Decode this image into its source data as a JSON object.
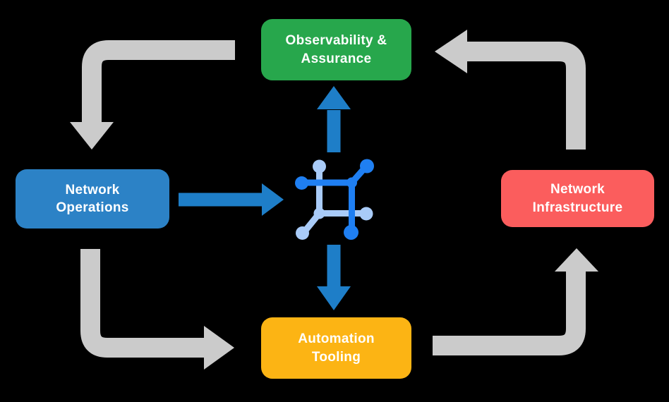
{
  "diagram": {
    "title": "Network automation lifecycle diagram",
    "nodes": {
      "observability": {
        "label": "Observability &\nAssurance"
      },
      "operations": {
        "label": "Network\nOperations"
      },
      "infrastructure": {
        "label": "Network\nInfrastructure"
      },
      "automation": {
        "label": "Automation\nTooling"
      }
    },
    "center_icon": "network-mesh-icon",
    "flows": [
      {
        "from": "Observability & Assurance",
        "to": "Network Operations",
        "style": "gray-cycle-arrow"
      },
      {
        "from": "Network Infrastructure",
        "to": "Observability & Assurance",
        "style": "gray-cycle-arrow"
      },
      {
        "from": "Network Operations",
        "to": "Automation Tooling",
        "style": "gray-cycle-arrow"
      },
      {
        "from": "Automation Tooling",
        "to": "Network Infrastructure",
        "style": "gray-cycle-arrow"
      },
      {
        "from": "Network Operations",
        "to": "center icon",
        "style": "blue-arrow"
      },
      {
        "from": "center icon",
        "to": "Observability & Assurance",
        "style": "blue-arrow"
      },
      {
        "from": "center icon",
        "to": "Automation Tooling",
        "style": "blue-arrow"
      }
    ]
  },
  "colors": {
    "background": "#000000",
    "green_box": "#27A74C",
    "blue_box": "#2C82C6",
    "red_box": "#FB5D5D",
    "yellow_box": "#FCB414",
    "box_text": "#FFFFFF",
    "gray_arrow": "#CBCBCB",
    "blue_arrow": "#1E7EC8",
    "icon_dark_blue": "#1F7FF2",
    "icon_light_blue": "#A9CBF8"
  }
}
